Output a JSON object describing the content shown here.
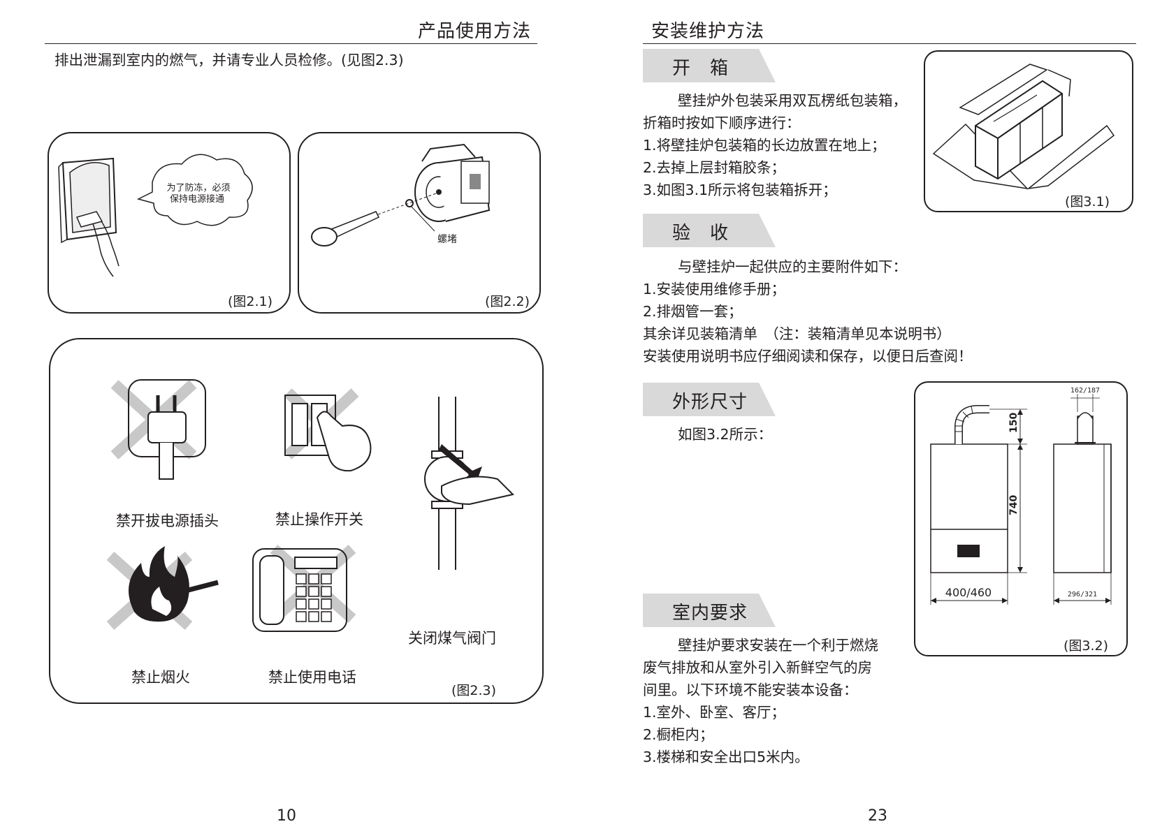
{
  "left_page": {
    "header": "产品使用方法",
    "intro": "排出泄漏到室内的燃气，并请专业人员检修。(见图2.3)",
    "fig21": {
      "caption": "(图2.1)",
      "bubble_line1": "为了防冻，必须",
      "bubble_line2": "保持电源接通"
    },
    "fig22": {
      "caption": "(图2.2)",
      "label": "螺堵"
    },
    "fig23": {
      "caption": "(图2.3)",
      "labels": [
        "禁开拔电源插头",
        "禁止操作开关",
        "关闭煤气阀门",
        "禁止烟火",
        "禁止使用电话"
      ]
    },
    "page_number": "10"
  },
  "right_page": {
    "header": "安装维护方法",
    "sections": {
      "unboxing": {
        "title": "开　箱",
        "lines": [
          "壁挂炉外包装采用双瓦楞纸包装箱，",
          "折箱时按如下顺序进行：",
          "1.将壁挂炉包装箱的长边放置在地上；",
          "2.去掉上层封箱胶条；",
          "3.如图3.1所示将包装箱拆开；"
        ]
      },
      "acceptance": {
        "title": "验　收",
        "lines": [
          "与壁挂炉一起供应的主要附件如下：",
          "1.安装使用维修手册；",
          "2.排烟管一套；",
          "其余详见装箱清单　（注：装箱清单见本说明书）",
          "安装使用说明书应仔细阅读和保存，以便日后查阅！"
        ]
      },
      "dimensions": {
        "title": "外形尺寸",
        "lines": [
          "如图3.2所示："
        ]
      },
      "indoor": {
        "title": "室内要求",
        "lines": [
          "壁挂炉要求安装在一个利于燃烧",
          "废气排放和从室外引入新鲜空气的房",
          "间里。以下环境不能安装本设备：",
          "1.室外、卧室、客厅；",
          "2.橱柜内；",
          "3.楼梯和安全出口5米内。"
        ]
      }
    },
    "fig31": {
      "caption": "(图3.1)"
    },
    "fig32": {
      "caption": "(图3.2)",
      "dim_top": "162/187",
      "dim_150": "150",
      "dim_740": "740",
      "dim_width": "400/460",
      "dim_depth": "296/321"
    },
    "page_number": "23"
  },
  "colors": {
    "ink": "#231f20",
    "section_band": "#d9d9d9",
    "cross": "#c8c8c8"
  }
}
